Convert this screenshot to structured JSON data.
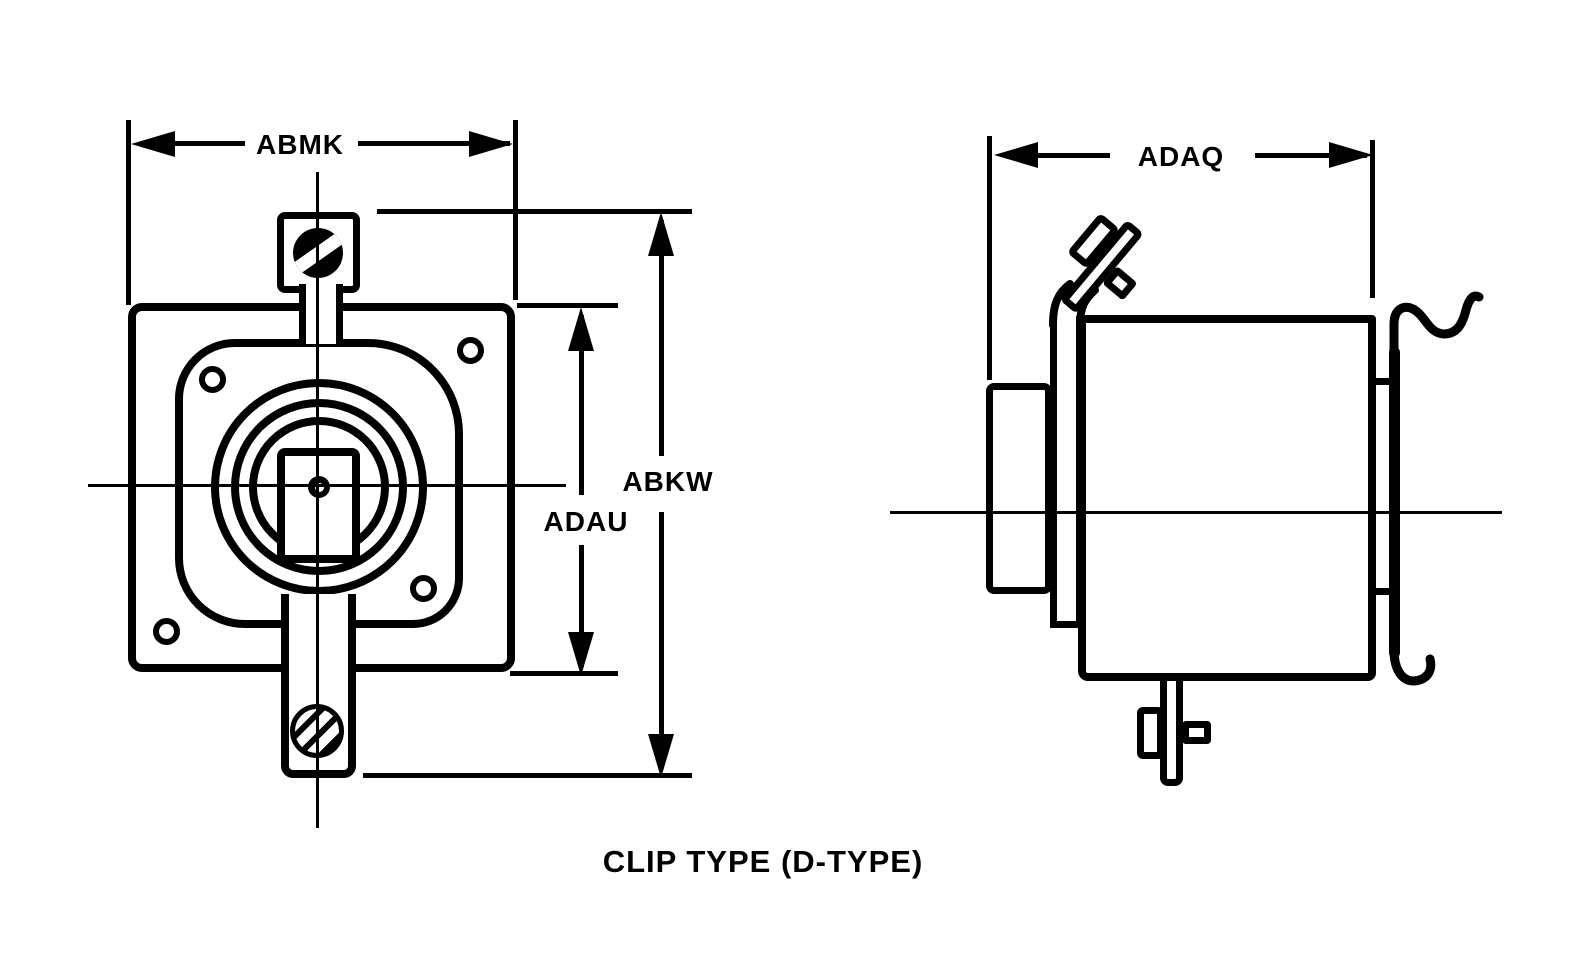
{
  "title": "CLIP TYPE (D-TYPE)",
  "dimensions": {
    "abmk": "ABMK",
    "abkw": "ABKW",
    "adau": "ADAU",
    "adaq": "ADAQ"
  },
  "colors": {
    "ink": "#000000",
    "paper": "#ffffff"
  }
}
